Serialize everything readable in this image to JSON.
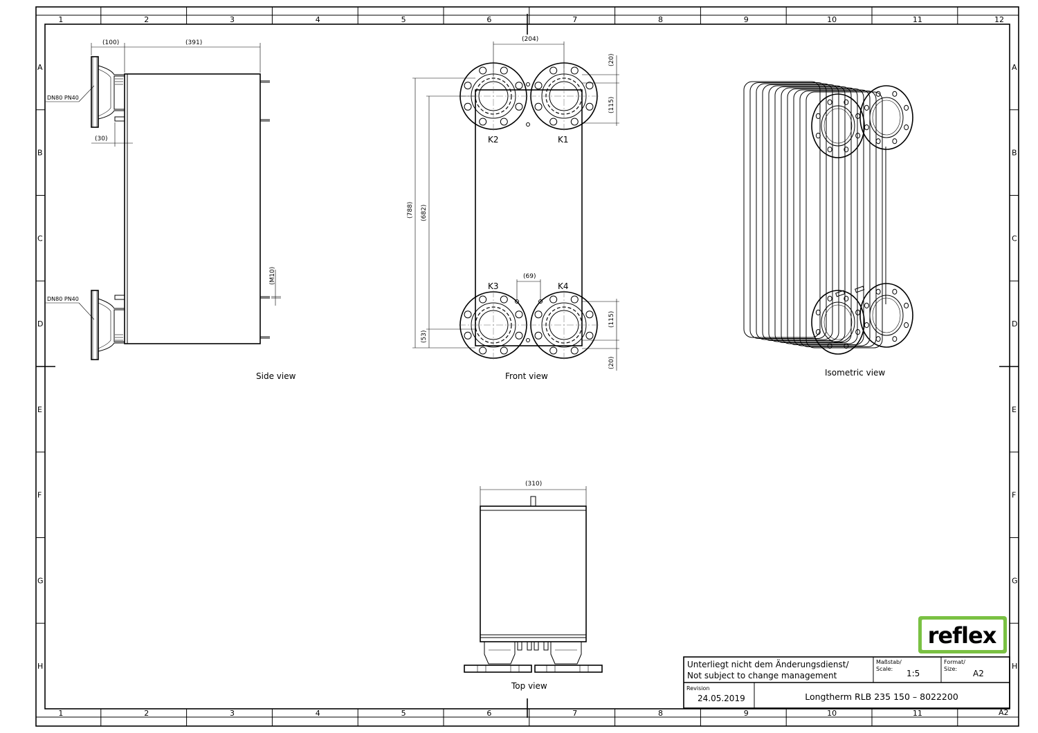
{
  "grid": {
    "columns": [
      "1",
      "2",
      "3",
      "4",
      "5",
      "6",
      "7",
      "8",
      "9",
      "10",
      "11",
      "12"
    ],
    "rows": [
      "A",
      "B",
      "C",
      "D",
      "E",
      "F",
      "G",
      "H"
    ],
    "bottom_right_label": "A2"
  },
  "views": {
    "side": "Side view",
    "front": "Front view",
    "isometric": "Isometric view",
    "top": "Top view"
  },
  "dimensions": {
    "side_flange": "(100)",
    "side_body": "(391)",
    "side_offset": "(30)",
    "side_thread": "(M10)",
    "front_port_spacing": "(204)",
    "front_top_edge": "(20)",
    "front_top_port": "(115)",
    "front_total_height": "(788)",
    "front_port_height": "(682)",
    "front_bottom_offset": "(53)",
    "front_stud_spacing": "(69)",
    "front_bottom_port": "(115)",
    "front_bottom_edge": "(20)",
    "top_width": "(310)"
  },
  "connections": {
    "flange_top": "DN80 PN40",
    "flange_bottom": "DN80 PN40",
    "k1": "K1",
    "k2": "K2",
    "k3": "K3",
    "k4": "K4"
  },
  "title_block": {
    "note_line1": "Unterliegt nicht dem Änderungsdienst/",
    "note_line2": "Not subject to change management",
    "scale_label_de": "Maßstab/",
    "scale_label_en": "Scale:",
    "scale_value": "1:5",
    "format_label_de": "Format/",
    "format_label_en": "Size:",
    "format_value": "A2",
    "revision_label": "Revision",
    "revision_date": "24.05.2019",
    "title": "Longtherm RLB 235 150 – 8022200"
  },
  "logo": {
    "text": "reflex",
    "color": "#7ac143"
  }
}
